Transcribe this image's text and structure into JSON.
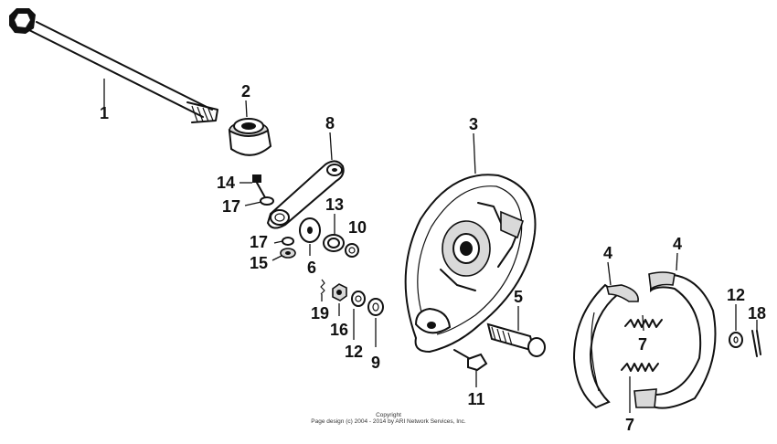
{
  "callouts": [
    {
      "id": "1",
      "label": "1"
    },
    {
      "id": "2",
      "label": "2"
    },
    {
      "id": "8",
      "label": "8"
    },
    {
      "id": "3",
      "label": "3"
    },
    {
      "id": "14",
      "label": "14"
    },
    {
      "id": "17a",
      "label": "17"
    },
    {
      "id": "13",
      "label": "13"
    },
    {
      "id": "10",
      "label": "10"
    },
    {
      "id": "17b",
      "label": "17"
    },
    {
      "id": "15",
      "label": "15"
    },
    {
      "id": "6",
      "label": "6"
    },
    {
      "id": "4a",
      "label": "4"
    },
    {
      "id": "4b",
      "label": "4"
    },
    {
      "id": "5",
      "label": "5"
    },
    {
      "id": "19",
      "label": "19"
    },
    {
      "id": "16",
      "label": "16"
    },
    {
      "id": "12a",
      "label": "12"
    },
    {
      "id": "9",
      "label": "9"
    },
    {
      "id": "12b",
      "label": "12"
    },
    {
      "id": "18",
      "label": "18"
    },
    {
      "id": "7a",
      "label": "7"
    },
    {
      "id": "11",
      "label": "11"
    },
    {
      "id": "7b",
      "label": "7"
    }
  ],
  "footer": {
    "line1": "Copyright",
    "line2": "Page design (c) 2004 - 2014 by ARI Network Services, Inc."
  }
}
